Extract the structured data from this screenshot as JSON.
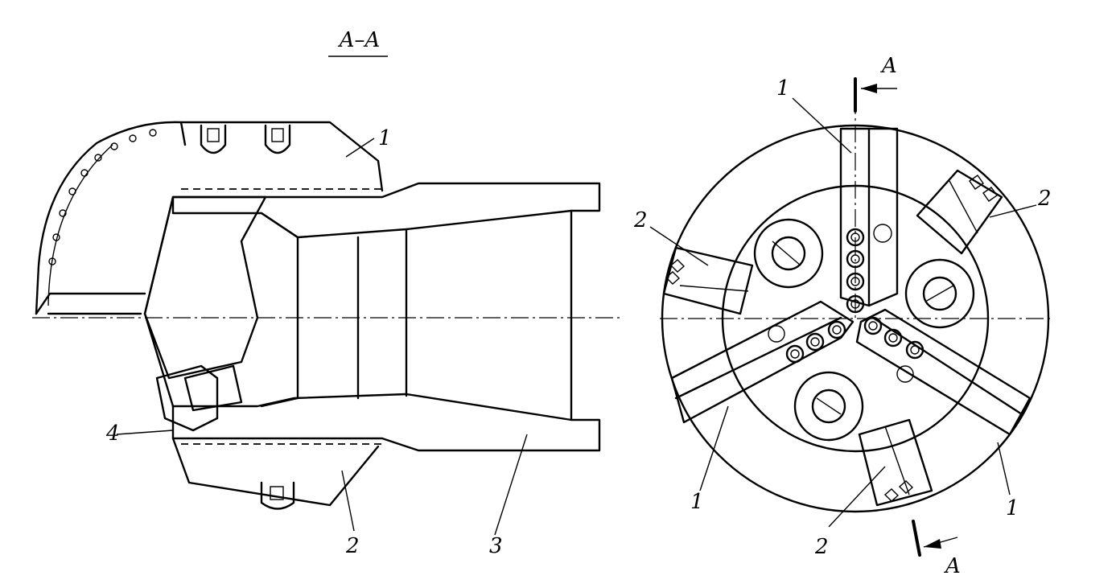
{
  "section_title": "A–A",
  "section_view": {
    "callouts": [
      "1",
      "2",
      "3",
      "4"
    ]
  },
  "end_view": {
    "callouts_top": [
      "1",
      "2"
    ],
    "callouts_left": [
      "2"
    ],
    "callouts_bottom": [
      "1",
      "2",
      "1"
    ],
    "cut_marks": [
      "A",
      "A"
    ]
  }
}
